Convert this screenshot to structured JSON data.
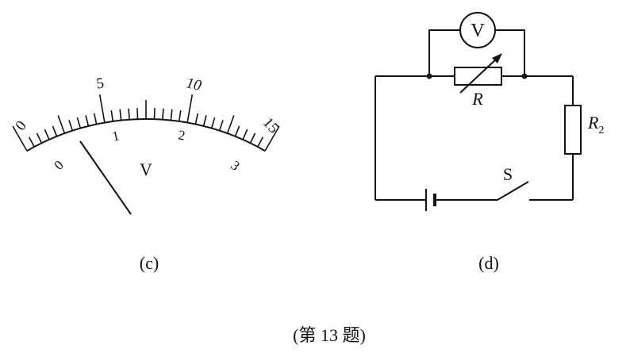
{
  "voltmeter_panel": {
    "outer_scale": [
      "0",
      "5",
      "10",
      "15"
    ],
    "inner_scale": [
      "0",
      "1",
      "2",
      "3"
    ],
    "unit": "V",
    "caption": "(c)"
  },
  "circuit_panel": {
    "meter_symbol": "V",
    "rheostat_label": "R",
    "resistor_label_main": "R",
    "resistor_label_sub": "2",
    "switch_label": "S",
    "caption": "(d)"
  },
  "figure_caption": "(第 13 题)"
}
